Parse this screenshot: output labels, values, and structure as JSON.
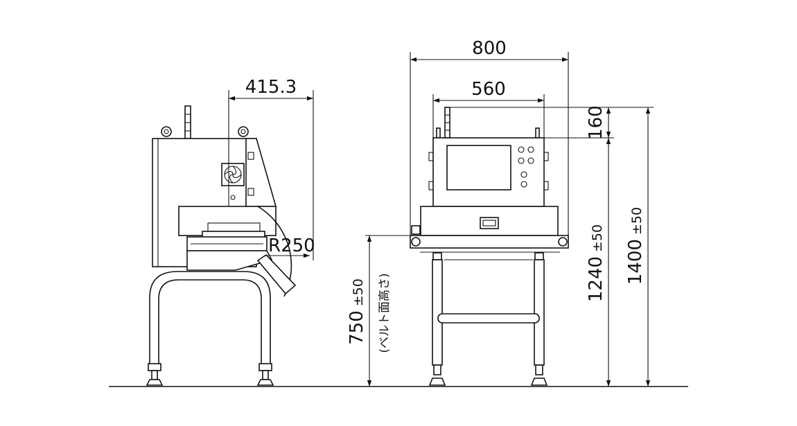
{
  "drawing": {
    "side_view": {
      "depth_label": "415.3",
      "radius_label": "R250"
    },
    "front_view": {
      "width_label": "800",
      "inner_width_label": "560",
      "top_label": "160",
      "height_label": "1240",
      "height_tol": "±50",
      "total_height_label": "1400",
      "total_height_tol": "±50",
      "belt_height_label": "750",
      "belt_height_tol": "±50",
      "belt_note": "(ベルト面高さ)"
    }
  }
}
